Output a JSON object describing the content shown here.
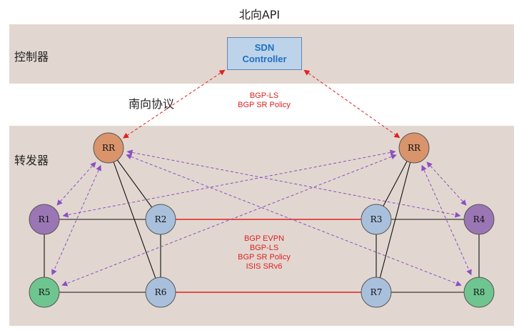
{
  "title": "北向API",
  "sections": {
    "controller": "控制器",
    "forwarder": "转发器"
  },
  "southbound": "南向协议",
  "sdn_controller": {
    "line1": "SDN",
    "line2": "Controller"
  },
  "protocols_control": [
    "BGP-LS",
    "BGP SR Policy"
  ],
  "protocols_forwarding": [
    "BGP EVPN",
    "BGP-LS",
    "BGP SR Policy",
    "ISIS SRv6"
  ],
  "colors": {
    "rr": "#d9946c",
    "blue_router": "#a9c0dc",
    "purple_router": "#9a76b4",
    "green_router": "#6fc58f",
    "red_link": "#e02020",
    "dashed_purple": "#8a4fc3",
    "band": "#e2d7d0"
  },
  "nodes": [
    {
      "id": "RRL",
      "label": "RR",
      "kind": "rr"
    },
    {
      "id": "RRR",
      "label": "RR",
      "kind": "rr"
    },
    {
      "id": "R1",
      "label": "R1",
      "kind": "purple"
    },
    {
      "id": "R2",
      "label": "R2",
      "kind": "blue"
    },
    {
      "id": "R3",
      "label": "R3",
      "kind": "blue"
    },
    {
      "id": "R4",
      "label": "R4",
      "kind": "purple"
    },
    {
      "id": "R5",
      "label": "R5",
      "kind": "green"
    },
    {
      "id": "R6",
      "label": "R6",
      "kind": "blue"
    },
    {
      "id": "R7",
      "label": "R7",
      "kind": "blue"
    },
    {
      "id": "R8",
      "label": "R8",
      "kind": "green"
    }
  ],
  "links": [
    {
      "a": "RRL",
      "b": "R2",
      "style": "solid"
    },
    {
      "a": "RRL",
      "b": "R6",
      "style": "solid"
    },
    {
      "a": "RRR",
      "b": "R3",
      "style": "solid"
    },
    {
      "a": "RRR",
      "b": "R7",
      "style": "solid"
    },
    {
      "a": "R1",
      "b": "R2",
      "style": "solid"
    },
    {
      "a": "R1",
      "b": "R5",
      "style": "solid"
    },
    {
      "a": "R2",
      "b": "R6",
      "style": "solid"
    },
    {
      "a": "R5",
      "b": "R6",
      "style": "solid"
    },
    {
      "a": "R3",
      "b": "R4",
      "style": "solid"
    },
    {
      "a": "R3",
      "b": "R7",
      "style": "solid"
    },
    {
      "a": "R7",
      "b": "R8",
      "style": "solid"
    },
    {
      "a": "R4",
      "b": "R8",
      "style": "solid"
    },
    {
      "a": "R2",
      "b": "R3",
      "style": "red"
    },
    {
      "a": "R6",
      "b": "R7",
      "style": "red"
    }
  ],
  "sessions": [
    {
      "a": "RRL",
      "b": "R1"
    },
    {
      "a": "RRL",
      "b": "R5"
    },
    {
      "a": "RRL",
      "b": "R4"
    },
    {
      "a": "RRL",
      "b": "R8"
    },
    {
      "a": "RRR",
      "b": "R4"
    },
    {
      "a": "RRR",
      "b": "R8"
    },
    {
      "a": "RRR",
      "b": "R1"
    },
    {
      "a": "RRR",
      "b": "R5"
    }
  ]
}
